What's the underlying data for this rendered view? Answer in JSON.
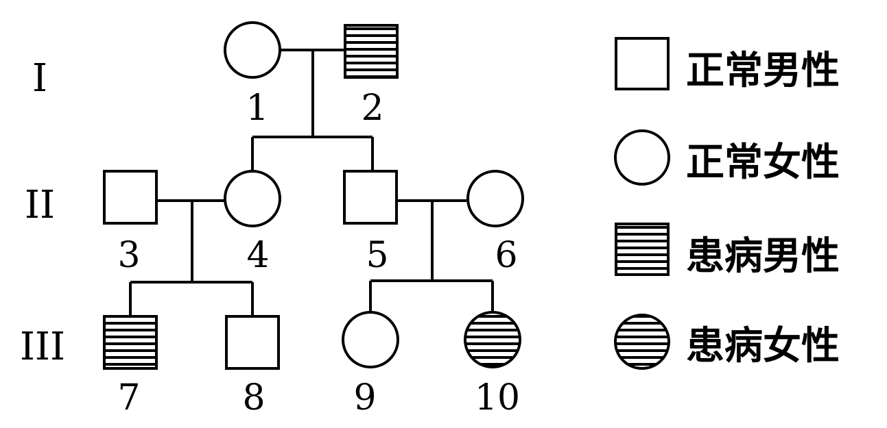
{
  "generations": [
    "I",
    "II",
    "III"
  ],
  "individuals": [
    {
      "id": "1",
      "sex": "female",
      "affected": false
    },
    {
      "id": "2",
      "sex": "male",
      "affected": true
    },
    {
      "id": "3",
      "sex": "male",
      "affected": false
    },
    {
      "id": "4",
      "sex": "female",
      "affected": false
    },
    {
      "id": "5",
      "sex": "male",
      "affected": false
    },
    {
      "id": "6",
      "sex": "female",
      "affected": false
    },
    {
      "id": "7",
      "sex": "male",
      "affected": true
    },
    {
      "id": "8",
      "sex": "male",
      "affected": false
    },
    {
      "id": "9",
      "sex": "female",
      "affected": false
    },
    {
      "id": "10",
      "sex": "female",
      "affected": true
    }
  ],
  "matings": [
    {
      "partners": [
        "1",
        "2"
      ],
      "children": [
        "4",
        "5"
      ]
    },
    {
      "partners": [
        "3",
        "4"
      ],
      "children": [
        "7",
        "8"
      ]
    },
    {
      "partners": [
        "5",
        "6"
      ],
      "children": [
        "9",
        "10"
      ]
    }
  ],
  "legend": [
    {
      "icon": "normal-male-icon",
      "label": "正常男性"
    },
    {
      "icon": "normal-female-icon",
      "label": "正常女性"
    },
    {
      "icon": "affected-male-icon",
      "label": "患病男性"
    },
    {
      "icon": "affected-female-icon",
      "label": "患病女性"
    }
  ]
}
